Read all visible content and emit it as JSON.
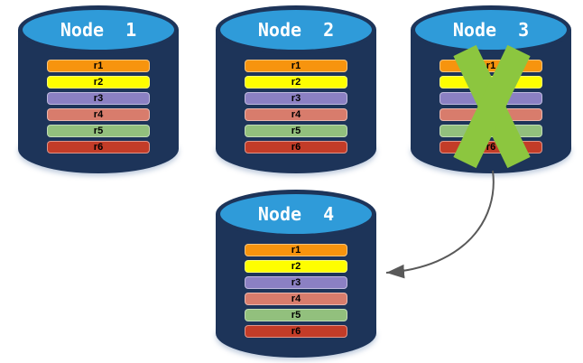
{
  "diagram": {
    "description": "Distributed database node failure and data copy diagram",
    "background": "#ffffff"
  },
  "nodes": [
    {
      "label": "Node 1",
      "failed": false
    },
    {
      "label": "Node 2",
      "failed": false
    },
    {
      "label": "Node 3",
      "failed": true
    },
    {
      "label": "Node 4",
      "failed": false
    }
  ],
  "rows": [
    {
      "label": "r1",
      "color": "#F7940E"
    },
    {
      "label": "r2",
      "color": "#FEFE00"
    },
    {
      "label": "r3",
      "color": "#8B80C3"
    },
    {
      "label": "r4",
      "color": "#D87C6C"
    },
    {
      "label": "r5",
      "color": "#92C07D"
    },
    {
      "label": "r6",
      "color": "#C33C28"
    }
  ],
  "colors": {
    "cylinder_body": "#1D3459",
    "cylinder_top": "#2F9BD9",
    "failure_x": "#8CC63F",
    "arrow": "#595959"
  },
  "annotations": {
    "failure_x_on": "Node 3",
    "arrow_from": "Node 3",
    "arrow_to": "Node 4"
  }
}
